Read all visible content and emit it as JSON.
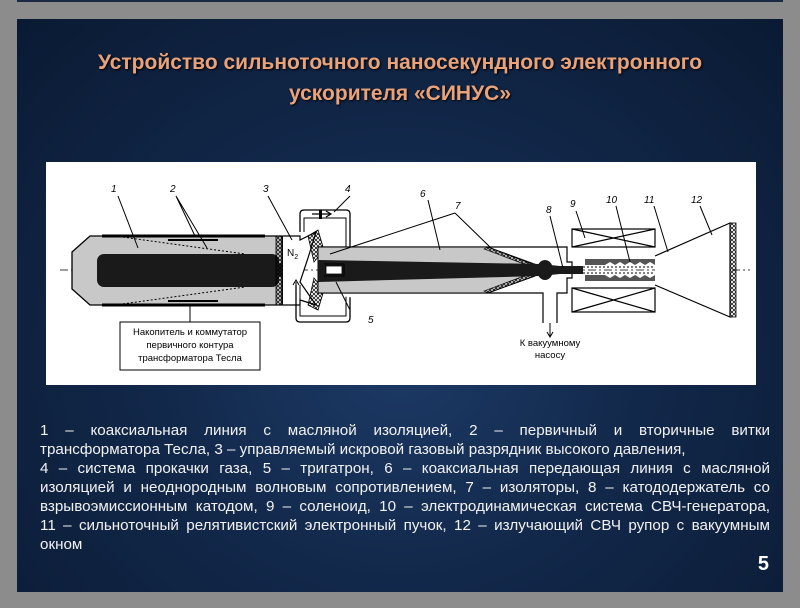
{
  "slide": {
    "title_line1": "Устройство сильноточного наносекундного электронного",
    "title_line2": "ускорителя «СИНУС»",
    "page_number": "5"
  },
  "diagram": {
    "labels": [
      "1",
      "2",
      "3",
      "4",
      "5",
      "6",
      "7",
      "8",
      "9",
      "10",
      "11",
      "12"
    ],
    "gas": "N",
    "gas_sub": "2",
    "box_line1": "Накопитель и коммутатор",
    "box_line2": "первичного контура",
    "box_line3": "трансформатора Тесла",
    "pump_line1": "К вакуумному",
    "pump_line2": "насосу"
  },
  "legend": {
    "lines": [
      "1 – коаксиальная линия с масляной изоляцией, 2 – первичный и вторичные витки",
      "трансформатора Тесла, 3 – управляемый искровой газовый разрядник высокого давления,",
      "4 – система прокачки газа, 5 – тригатрон, 6 – коаксиальная передающая линия с масляной",
      "изоляцией и неоднородным волновым сопротивлением, 7 – изоляторы, 8 – катододержатель со",
      "взрывоэмиссионным катодом, 9 – соленоид, 10 – электродинамическая система СВЧ-генератора,",
      "11 – сильноточный релятивистский электронный пучок, 12 – излучающий СВЧ рупор с вакуумным",
      "окном"
    ]
  },
  "colors": {
    "title": "#e9a27a",
    "slide_bg": "#12284a",
    "frame": "#8c8c8c"
  }
}
